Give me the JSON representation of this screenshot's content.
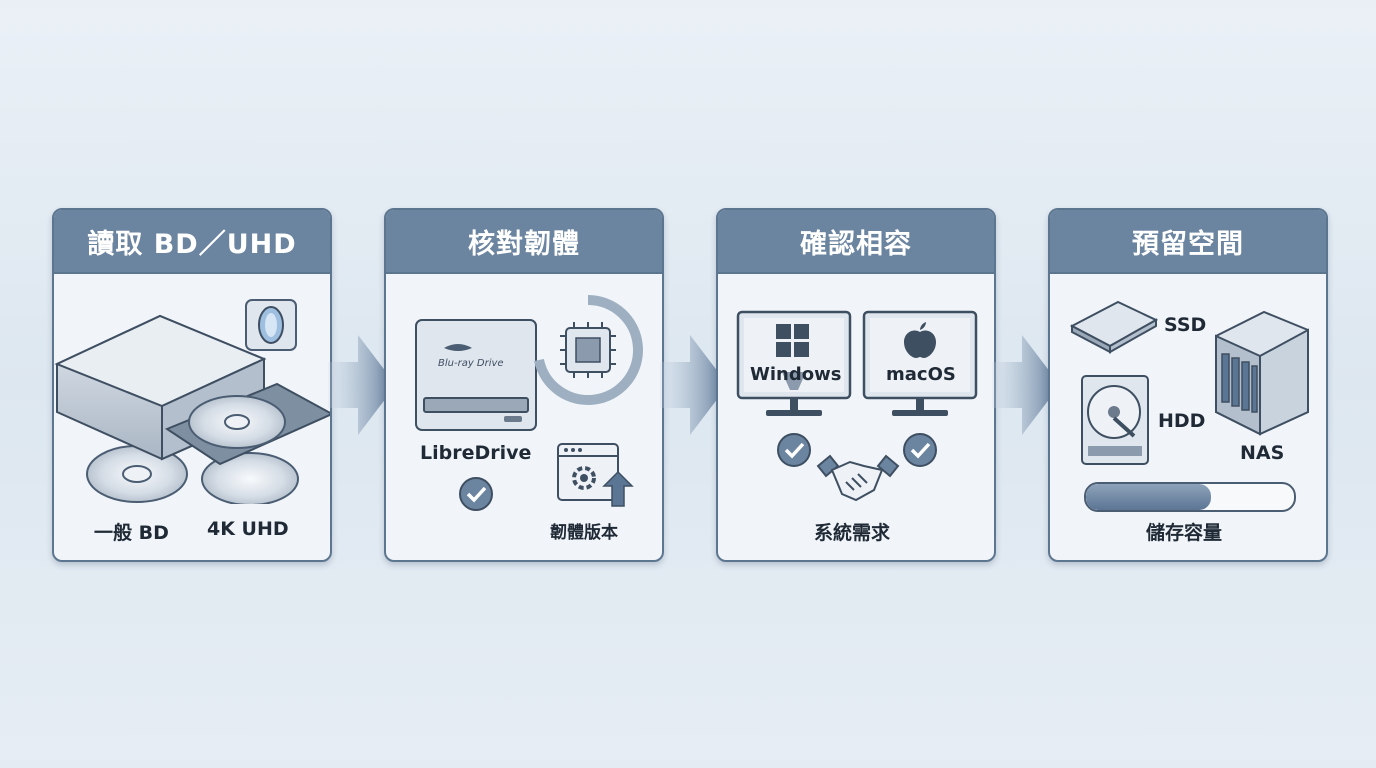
{
  "panels": [
    {
      "title": "讀取 BD／UHD",
      "labels": {
        "bd": "一般 BD",
        "uhd": "4K UHD"
      }
    },
    {
      "title": "核對韌體",
      "labels": {
        "libre": "LibreDrive",
        "fw": "韌體版本",
        "drive_logo": "Blu-ray Drive"
      }
    },
    {
      "title": "確認相容",
      "labels": {
        "win": "Windows",
        "mac": "macOS",
        "sys": "系統需求"
      }
    },
    {
      "title": "預留空間",
      "labels": {
        "ssd": "SSD",
        "hdd": "HDD",
        "nas": "NAS",
        "storage": "儲存容量"
      },
      "capacity_fill": 0.6
    }
  ],
  "colors": {
    "header": "#6b84a0",
    "border": "#5d7690",
    "accent": "#5b7594",
    "panel": "#f1f5f9"
  },
  "icons": [
    "optical-drive-icon",
    "lens-icon",
    "disc-icon",
    "bluray-drive-icon",
    "chip-icon",
    "check-icon",
    "firmware-update-icon",
    "windows-logo-icon",
    "apple-logo-icon",
    "handshake-icon",
    "ssd-icon",
    "hdd-icon",
    "nas-icon",
    "progress-bar"
  ]
}
